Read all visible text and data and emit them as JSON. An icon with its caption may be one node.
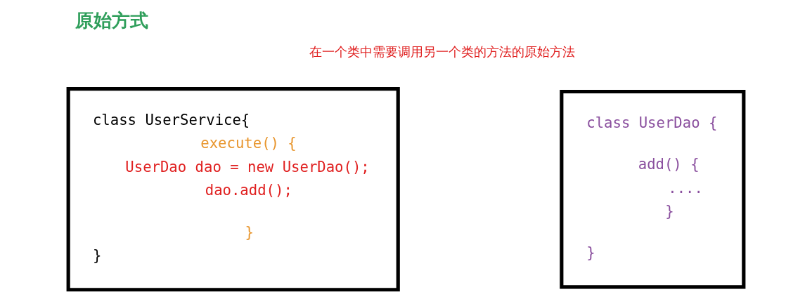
{
  "diagram": {
    "title": "原始方式",
    "nodes": [
      {
        "text": [
          "class UserService{",
          "execute() {",
          "UserDao dao = new UserDao();",
          "dao.add();",
          "}",
          "}"
        ]
      },
      {
        "text": [
          "class UserDao {",
          "add() {",
          "....",
          "}",
          "}"
        ]
      }
    ],
    "labels": [
      "在一个类中需要调用另一个类的方法的原始方法"
    ]
  }
}
